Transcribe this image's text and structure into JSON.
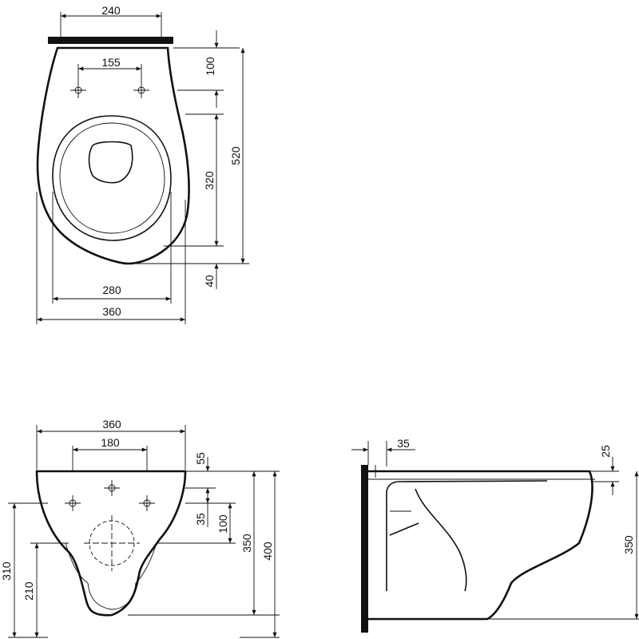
{
  "top_view": {
    "dims": {
      "plate_width": "240",
      "bolt_spacing": "155",
      "offset_100": "100",
      "overall_520": "520",
      "bowl_320": "320",
      "bottom_40": "40",
      "inner_280": "280",
      "width_360": "360"
    }
  },
  "front_view": {
    "dims": {
      "width_360": "360",
      "bolt_180": "180",
      "top_55": "55",
      "spacing_35": "35",
      "spacing_100": "100",
      "height_350": "350",
      "height_400": "400",
      "left_310": "310",
      "left_210": "210"
    }
  },
  "side_view": {
    "dims": {
      "wall_35": "35",
      "rim_25": "25",
      "height_350": "350"
    }
  }
}
